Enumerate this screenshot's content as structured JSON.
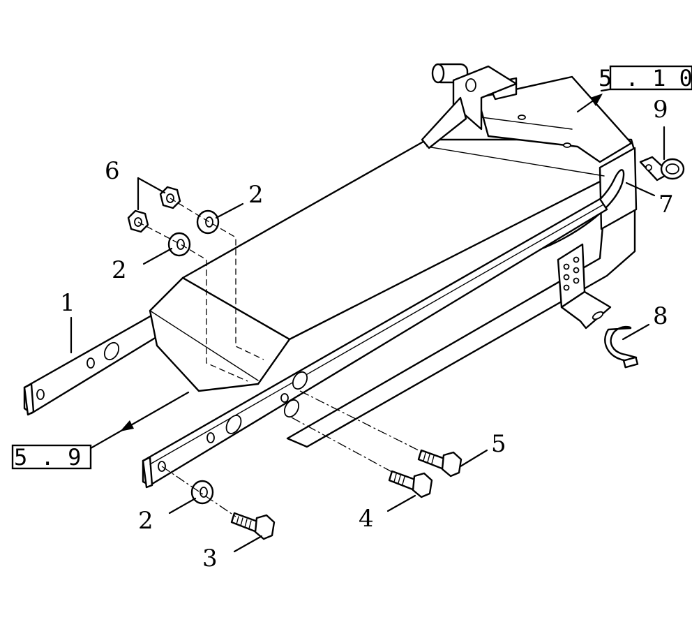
{
  "callouts": {
    "c1": "1",
    "c2a": "2",
    "c2b": "2",
    "c2c": "2",
    "c3": "3",
    "c4": "4",
    "c5": "5",
    "c6": "6",
    "c7": "7",
    "c8": "8",
    "c9": "9"
  },
  "references": {
    "ref_top": "5 . 1 0",
    "ref_left": "5 . 9"
  }
}
